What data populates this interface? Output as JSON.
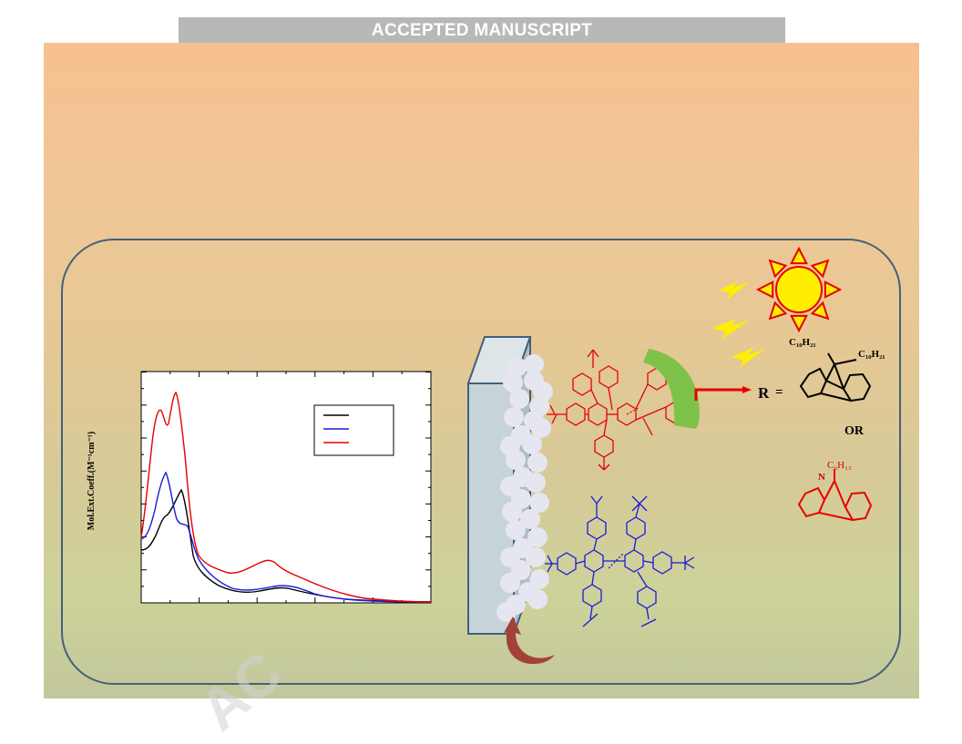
{
  "banner": "ACCEPTED MANUSCRIPT",
  "watermark": "AC",
  "spectrum": {
    "ylabel": "Mol.Ext.Coeff.(M⁻¹cm⁻¹)",
    "legend_colors": [
      "#000000",
      "#1a1adc",
      "#e60000"
    ]
  },
  "molecule_labels": {
    "r": "R",
    "equals": "=",
    "or": "OR",
    "c10_left": "C₁₀H₂₁",
    "c10_right": "C₁₀H₂₁",
    "n": "N",
    "c6": "C₆H₁₃"
  },
  "colors": {
    "background_top": "#f7c090",
    "background_bottom": "#c2c79c",
    "frame": "#44607a",
    "sun": "#ffee00",
    "sun_outline": "#e60000",
    "dye_red": "#e60000",
    "dye_blue": "#1a1adc",
    "green_arc": "#7fc24a",
    "brown_arrow": "#a3403a"
  }
}
